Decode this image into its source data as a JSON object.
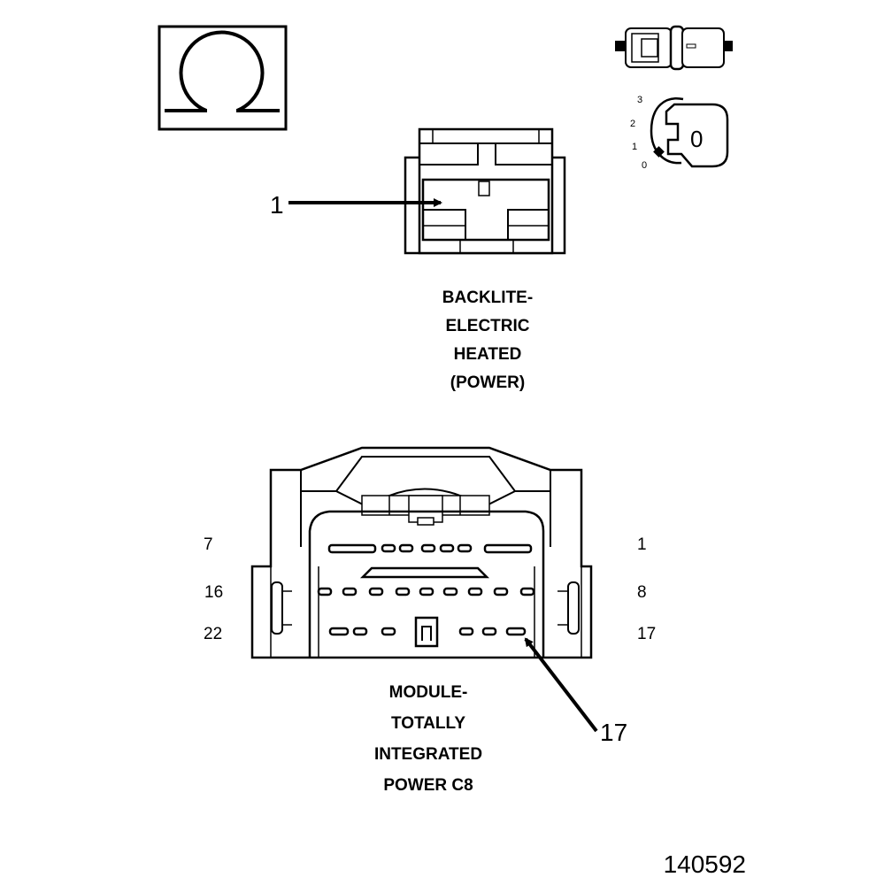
{
  "ohm_symbol": "Ω",
  "ignition": {
    "positions": [
      "3",
      "2",
      "1",
      "0"
    ],
    "key_label": "0"
  },
  "backlite_connector": {
    "callout": "1",
    "caption": [
      "BACKLITE-",
      "ELECTRIC",
      "HEATED",
      "(POWER)"
    ]
  },
  "module_connector": {
    "pin_labels": {
      "top_left": "7",
      "top_right": "1",
      "mid_left": "16",
      "mid_right": "8",
      "bottom_left": "22",
      "bottom_right": "17"
    },
    "callout": "17",
    "caption": [
      "MODULE-",
      "TOTALLY",
      "INTEGRATED",
      "POWER C8"
    ]
  },
  "figure_number": "140592",
  "colors": {
    "ink": "#000000",
    "paper": "#ffffff"
  }
}
